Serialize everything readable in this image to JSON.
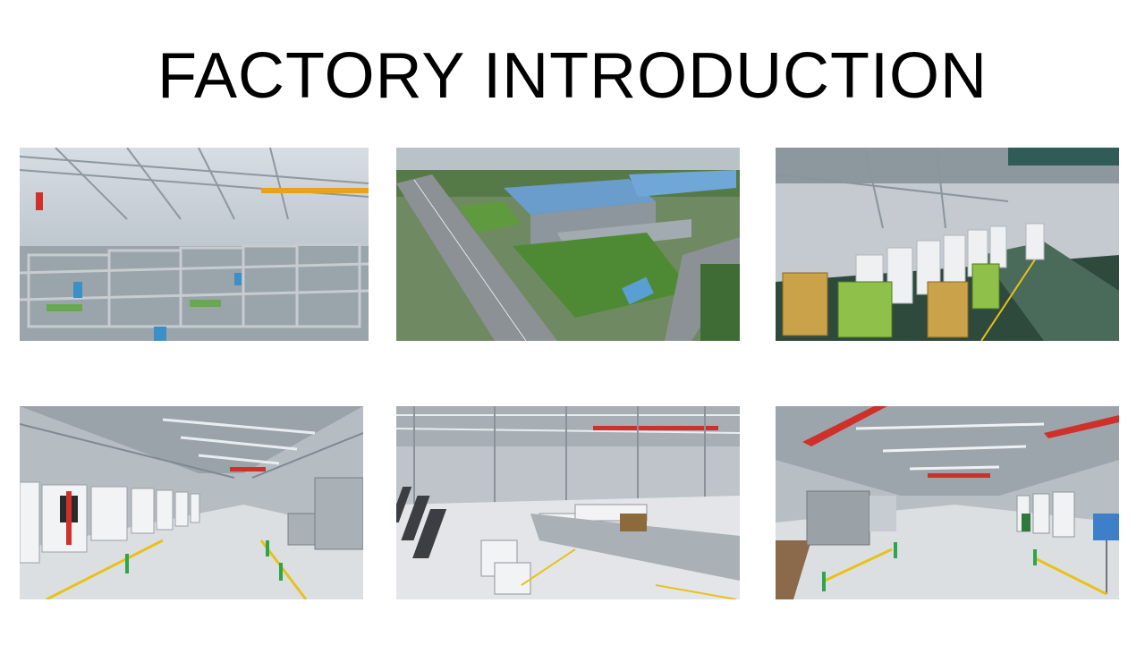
{
  "header": {
    "title": "FACTORY INTRODUCTION"
  },
  "gallery": {
    "photos": [
      {
        "subject": "assembly-line-frames"
      },
      {
        "subject": "aerial-campus-view"
      },
      {
        "subject": "warehouse-racks"
      },
      {
        "subject": "production-hall-cabinets"
      },
      {
        "subject": "production-hall-machines"
      },
      {
        "subject": "production-hall-wide"
      }
    ]
  },
  "colors": {
    "background": "#ffffff",
    "title": "#000000",
    "steel": "#b8bec4",
    "floor": "#d9dcdf",
    "accent_yellow": "#e8c21a",
    "accent_red": "#d0302a",
    "grass": "#5a8a3a",
    "roof_blue": "#6a9ccc"
  }
}
